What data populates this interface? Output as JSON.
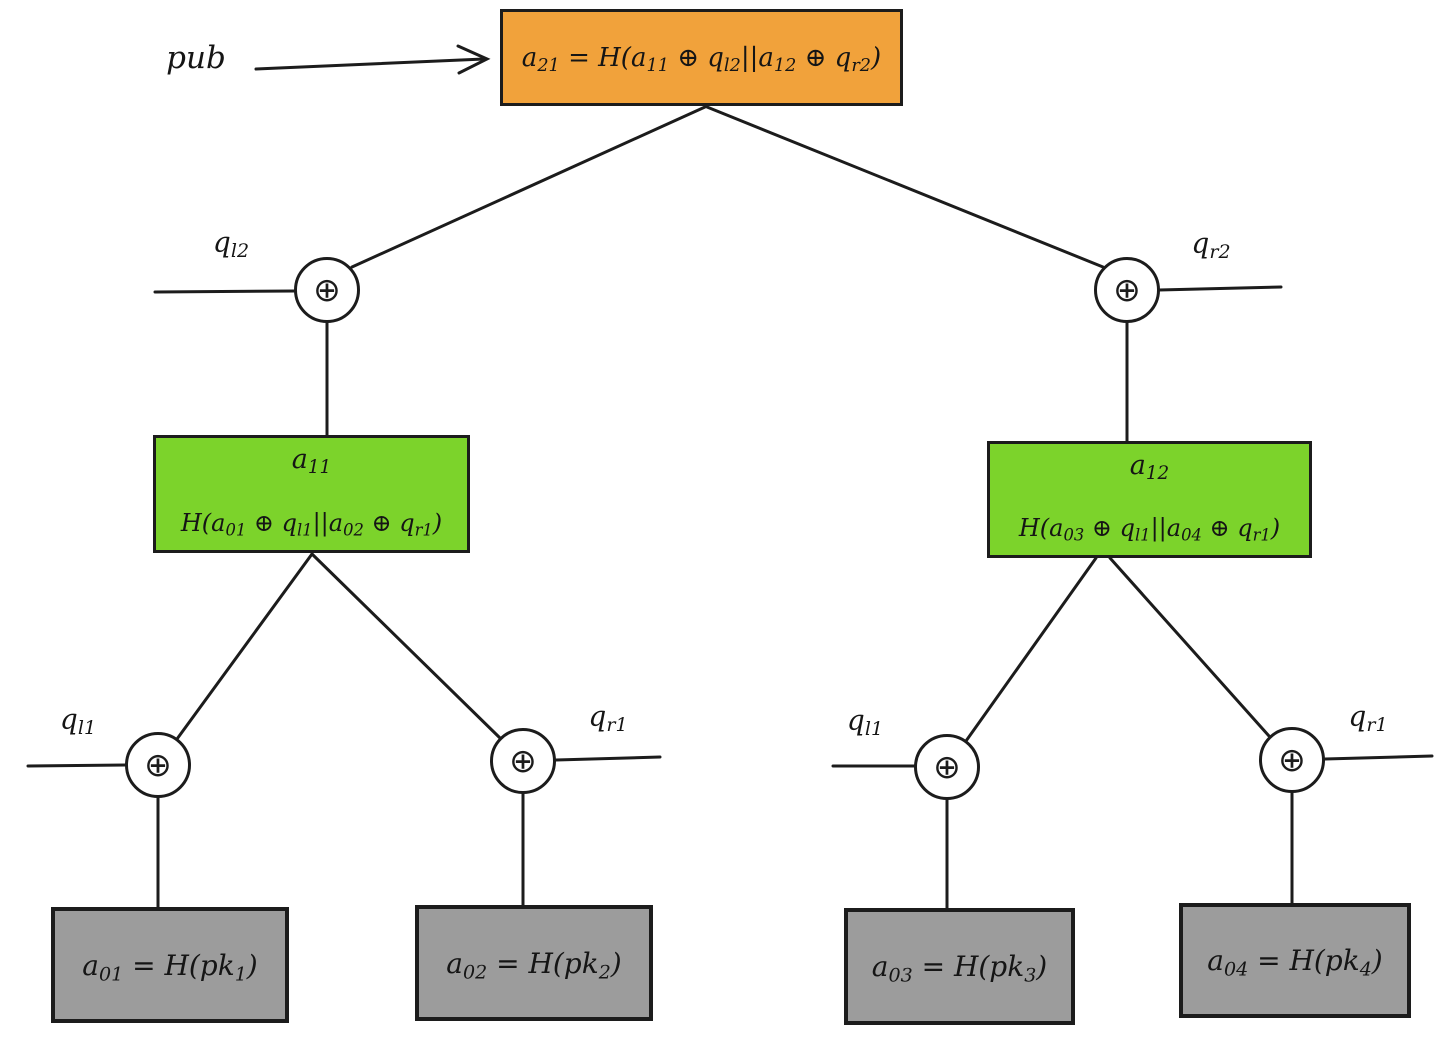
{
  "colors": {
    "orange": "#F1A23B",
    "green": "#7CD32B",
    "gray": "#9C9C9C",
    "line": "#1C1C1C",
    "background": "#FFFFFF"
  },
  "pub": {
    "label": "pub"
  },
  "xor_symbol": "⊕",
  "root": {
    "formula": [
      [
        "t",
        "a"
      ],
      [
        "s",
        "21"
      ],
      [
        "t",
        " = H(a"
      ],
      [
        "s",
        "11"
      ],
      [
        "t",
        " ⊕ q"
      ],
      [
        "s",
        "l2"
      ],
      [
        "t",
        "||a"
      ],
      [
        "s",
        "12"
      ],
      [
        "t",
        " ⊕ q"
      ],
      [
        "s",
        "r2"
      ],
      [
        "t",
        ")"
      ]
    ]
  },
  "branches": [
    {
      "title": [
        [
          "t",
          "a"
        ],
        [
          "s",
          "11"
        ]
      ],
      "formula": [
        [
          "t",
          "H(a"
        ],
        [
          "s",
          "01"
        ],
        [
          "t",
          " ⊕ q"
        ],
        [
          "s",
          "l1"
        ],
        [
          "t",
          "||a"
        ],
        [
          "s",
          "02"
        ],
        [
          "t",
          " ⊕ q"
        ],
        [
          "s",
          "r1"
        ],
        [
          "t",
          ")"
        ]
      ]
    },
    {
      "title": [
        [
          "t",
          "a"
        ],
        [
          "s",
          "12"
        ]
      ],
      "formula": [
        [
          "t",
          "H(a"
        ],
        [
          "s",
          "03"
        ],
        [
          "t",
          " ⊕ q"
        ],
        [
          "s",
          "l1"
        ],
        [
          "t",
          "||a"
        ],
        [
          "s",
          "04"
        ],
        [
          "t",
          " ⊕ q"
        ],
        [
          "s",
          "r1"
        ],
        [
          "t",
          ")"
        ]
      ]
    }
  ],
  "leaves": [
    {
      "formula": [
        [
          "t",
          "a"
        ],
        [
          "s",
          "01"
        ],
        [
          "t",
          " = H(pk"
        ],
        [
          "s",
          "1"
        ],
        [
          "t",
          ")"
        ]
      ]
    },
    {
      "formula": [
        [
          "t",
          "a"
        ],
        [
          "s",
          "02"
        ],
        [
          "t",
          " = H(pk"
        ],
        [
          "s",
          "2"
        ],
        [
          "t",
          ")"
        ]
      ]
    },
    {
      "formula": [
        [
          "t",
          "a"
        ],
        [
          "s",
          "03"
        ],
        [
          "t",
          " = H(pk"
        ],
        [
          "s",
          "3"
        ],
        [
          "t",
          ")"
        ]
      ]
    },
    {
      "formula": [
        [
          "t",
          "a"
        ],
        [
          "s",
          "04"
        ],
        [
          "t",
          " = H(pk"
        ],
        [
          "s",
          "4"
        ],
        [
          "t",
          ")"
        ]
      ]
    }
  ],
  "xor_nodes": [
    {
      "label": [
        [
          "t",
          "q"
        ],
        [
          "s",
          "l2"
        ]
      ]
    },
    {
      "label": [
        [
          "t",
          "q"
        ],
        [
          "s",
          "r2"
        ]
      ]
    },
    {
      "label": [
        [
          "t",
          "q"
        ],
        [
          "s",
          "l1"
        ]
      ]
    },
    {
      "label": [
        [
          "t",
          "q"
        ],
        [
          "s",
          "r1"
        ]
      ]
    },
    {
      "label": [
        [
          "t",
          "q"
        ],
        [
          "s",
          "l1"
        ]
      ]
    },
    {
      "label": [
        [
          "t",
          "q"
        ],
        [
          "s",
          "r1"
        ]
      ]
    }
  ]
}
